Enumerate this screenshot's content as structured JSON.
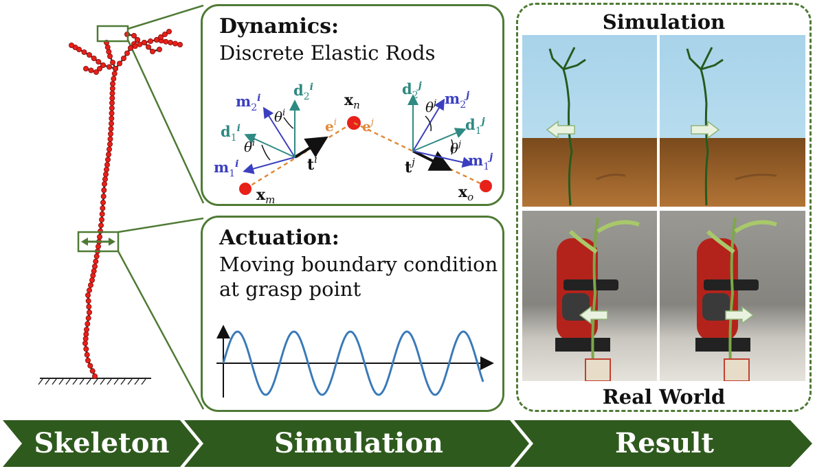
{
  "dynamics": {
    "title": "Dynamics:",
    "subtitle": "Discrete Elastic Rods"
  },
  "actuation": {
    "title": "Actuation:",
    "line1": "Moving boundary condition",
    "line2": "at grasp point"
  },
  "result": {
    "top_label": "Simulation",
    "bottom_label": "Real World"
  },
  "banner": {
    "step1": "Skeleton",
    "step2": "Simulation",
    "step3": "Result"
  },
  "colors": {
    "green": "#4e7a34",
    "banner_green": "#2f5a1e",
    "node_red": "#e8201a",
    "teal": "#2e8a82",
    "blue": "#3b3fbf",
    "orange": "#e08a3a",
    "wave_blue": "#3a7ab8"
  }
}
